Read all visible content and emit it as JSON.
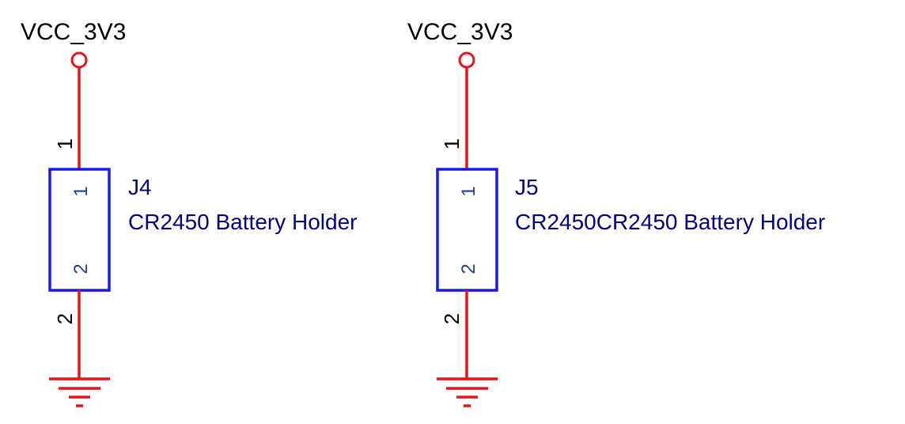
{
  "schematic": {
    "colors": {
      "wire": "#e8141c",
      "body": "#1a1ae6",
      "label_text": "#000080",
      "pin_text": "#000000"
    },
    "components": [
      {
        "power_net": "VCC_3V3",
        "refdes": "J4",
        "value": "CR2450 Battery Holder",
        "pin_top_outer": "1",
        "pin_top_inner": "1",
        "pin_bottom_inner": "2",
        "pin_bottom_outer": "2",
        "ground_symbol": "ground-icon"
      },
      {
        "power_net": "VCC_3V3",
        "refdes": "J5",
        "value": "CR2450CR2450 Battery Holder",
        "pin_top_outer": "1",
        "pin_top_inner": "1",
        "pin_bottom_inner": "2",
        "pin_bottom_outer": "2",
        "ground_symbol": "ground-icon"
      }
    ]
  }
}
